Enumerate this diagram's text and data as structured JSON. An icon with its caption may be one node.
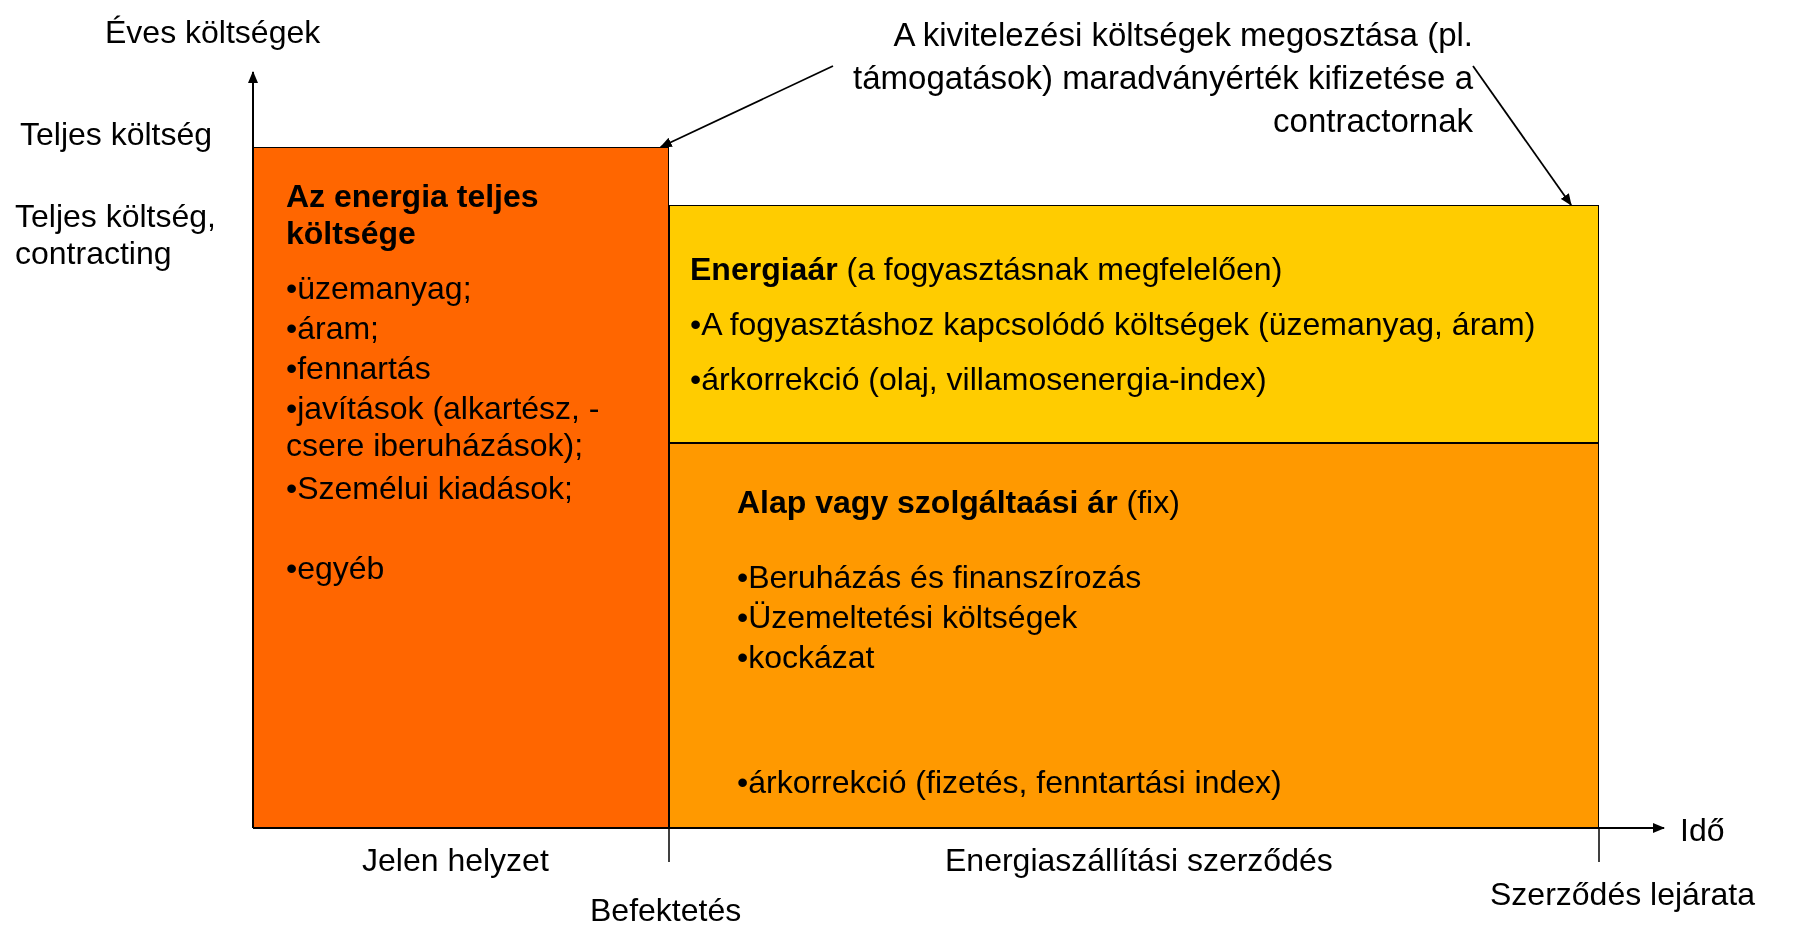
{
  "diagram": {
    "nodes": [
      {
        "text": [
          "Az energia teljes költsége",
          "•üzemanyag;",
          "•áram;",
          "•fennartás",
          "•javítások (alkartész, -csere iberuházások);",
          "•Személui kiadások;",
          "•egyéb"
        ]
      },
      {
        "text": [
          "**Energiaár** (a fogyasztásnak megfelelően)",
          "•A fogyasztáshoz kapcsolódó költségek (üzemanyag, áram)",
          "•árkorrekció (olaj, villamosenergia-index)"
        ]
      },
      {
        "text": [
          "**Alap vagy szolgáltaási ár** (fix)",
          "•Beruházás és finanszírozás",
          "•Üzemeltetési költségek",
          "•kockázat",
          "•árkorrekció (fizetés, fenntartási index)"
        ]
      },
      {
        "text": [
          "A kivitelezési költségek megosztása (pl. támogatások) maradványérték kifizetése a contractornak"
        ]
      }
    ],
    "edges": [
      {
        "from": 3,
        "to": 0,
        "arrow": "to"
      },
      {
        "from": 3,
        "to": 1,
        "arrow": "to"
      }
    ],
    "labels": [
      "Éves költségek",
      "Teljes költség",
      "Teljes költség, contracting",
      "Idő",
      "Jelen helyzet",
      "Befektetés",
      "Energiaszállítási szerződés",
      "Szerződés lejárata"
    ]
  }
}
